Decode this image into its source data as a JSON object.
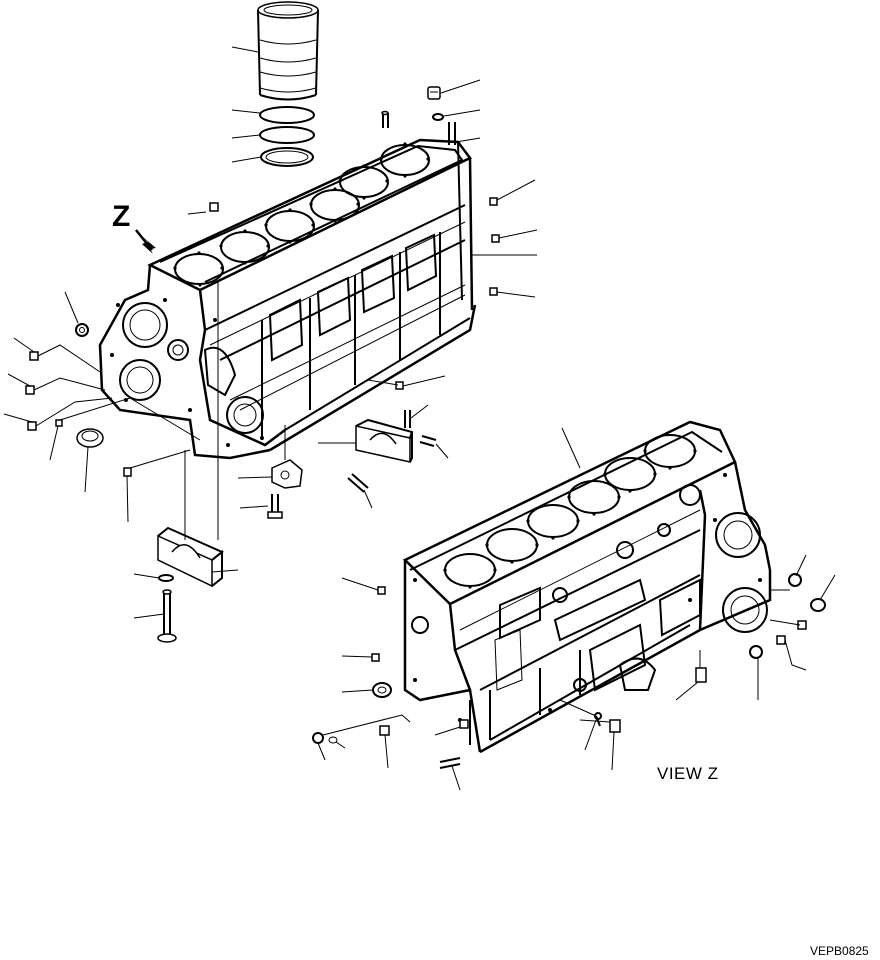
{
  "diagram": {
    "view_label": "VIEW Z",
    "view_arrow_letter": "Z",
    "drawing_code": "VEPB0825"
  },
  "colors": {
    "ink": "#000000",
    "paper": "#ffffff"
  }
}
